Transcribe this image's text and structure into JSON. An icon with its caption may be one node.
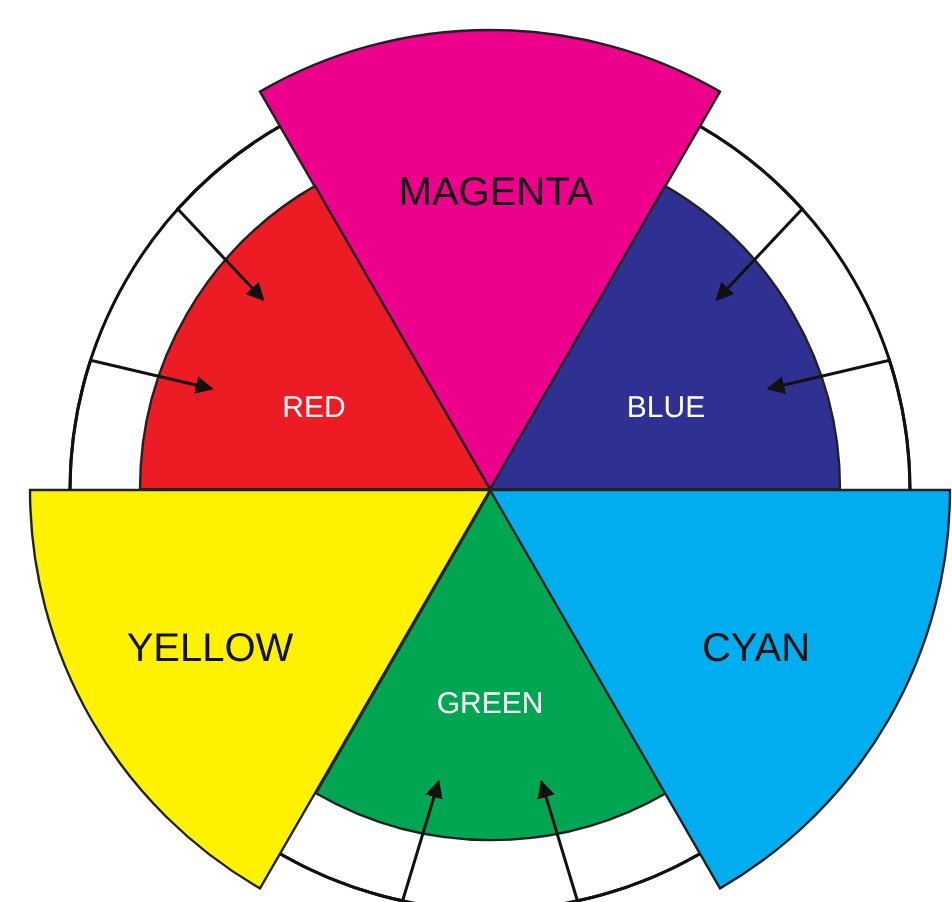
{
  "diagram": {
    "nodes": [
      {
        "text": [
          "MAGENTA"
        ]
      },
      {
        "text": [
          "RED"
        ]
      },
      {
        "text": [
          "BLUE"
        ]
      },
      {
        "text": [
          "YELLOW"
        ]
      },
      {
        "text": [
          "GREEN"
        ]
      },
      {
        "text": [
          "CYAN"
        ]
      }
    ],
    "edges": [
      {
        "from": 0,
        "to": 1,
        "arrow": "to"
      },
      {
        "from": 0,
        "to": 2,
        "arrow": "to"
      },
      {
        "from": 3,
        "to": 1,
        "arrow": "to"
      },
      {
        "from": 3,
        "to": 4,
        "arrow": "to"
      },
      {
        "from": 5,
        "to": 4,
        "arrow": "to"
      },
      {
        "from": 5,
        "to": 2,
        "arrow": "to"
      }
    ]
  }
}
